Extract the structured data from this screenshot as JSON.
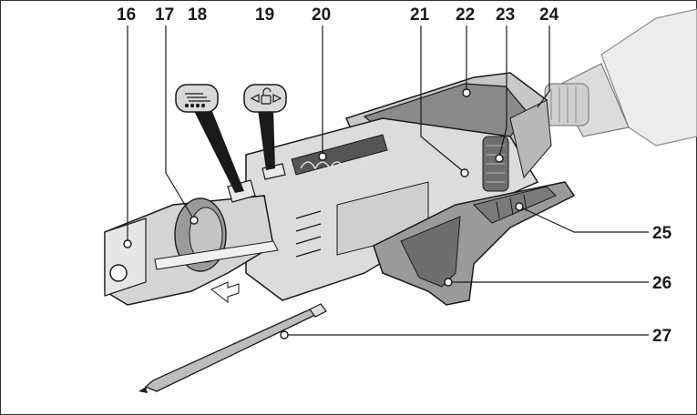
{
  "figure": {
    "callouts": [
      {
        "id": "c16",
        "label": "16"
      },
      {
        "id": "c17",
        "label": "17"
      },
      {
        "id": "c18",
        "label": "18"
      },
      {
        "id": "c19",
        "label": "19"
      },
      {
        "id": "c20",
        "label": "20"
      },
      {
        "id": "c21",
        "label": "21"
      },
      {
        "id": "c22",
        "label": "22"
      },
      {
        "id": "c23",
        "label": "23"
      },
      {
        "id": "c24",
        "label": "24"
      },
      {
        "id": "c25",
        "label": "25"
      },
      {
        "id": "c26",
        "label": "26"
      },
      {
        "id": "c27",
        "label": "27"
      }
    ]
  },
  "colors": {
    "outline": "#1a1a1a",
    "body_light": "#d9d9d9",
    "body_mid": "#b3b3b3",
    "body_dark": "#6e6e6e",
    "drill_light": "#ececec"
  },
  "icons": {
    "symbol_18": "screw-length-icon",
    "symbol_19": "unlock-icon"
  }
}
